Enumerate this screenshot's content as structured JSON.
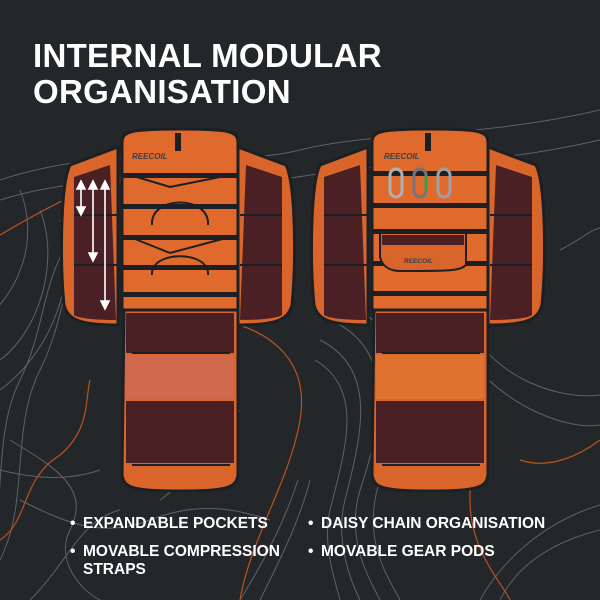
{
  "title": {
    "line1": "INTERNAL MODULAR",
    "line2": "ORGANISATION"
  },
  "brand_label": "REECOIL",
  "features": {
    "left": [
      {
        "bullet": "•",
        "text": "EXPANDABLE POCKETS"
      },
      {
        "bullet": "•",
        "text": "MOVABLE COMPRESSION",
        "text2": "STRAPS"
      }
    ],
    "right": [
      {
        "bullet": "•",
        "text": "DAISY CHAIN ORGANISATION"
      },
      {
        "bullet": "•",
        "text": "MOVABLE GEAR PODS"
      }
    ]
  },
  "images": {
    "left_bag": "backpack-open-expandable-pockets-compression-straps",
    "right_bag": "backpack-open-daisy-chain-carabiners-gear-pod"
  },
  "colors": {
    "background": "#24272a",
    "contour_gray": "#6b6e72",
    "contour_orange": "#c2541f",
    "bag_orange": "#d9652a",
    "mesh": "#4a2024",
    "webbing": "#1c1f24",
    "text": "#ffffff"
  }
}
